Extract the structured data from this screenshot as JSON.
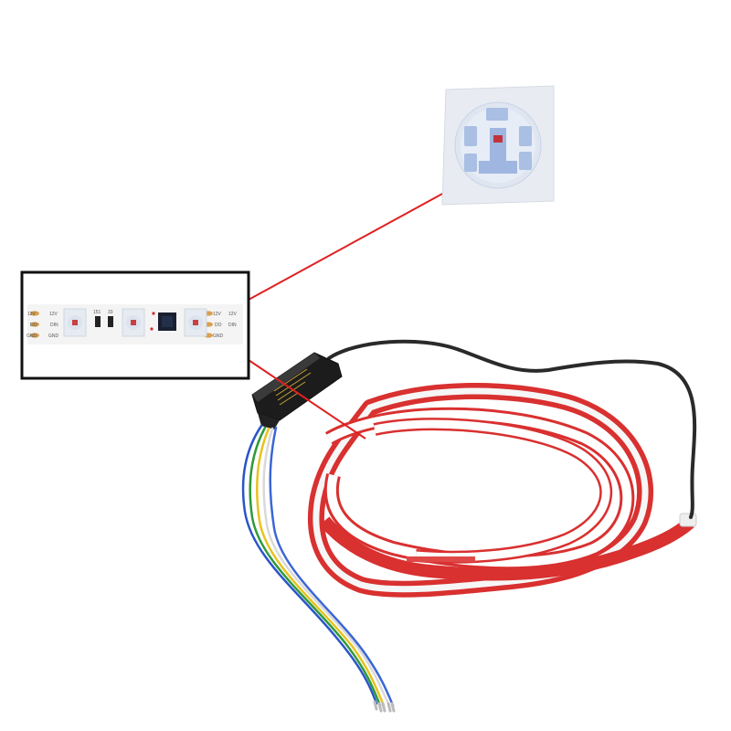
{
  "strip_labels": {
    "left_12v_a": "12V",
    "left_12v_b": "12V",
    "left_do": "DO",
    "left_din": "DIN",
    "left_gnd_a": "GND",
    "left_gnd_b": "GND",
    "chip_r1": "151",
    "chip_r2": "33",
    "right_12v_a": "12V",
    "right_12v_b": "12V",
    "right_do": "DO",
    "right_din": "DIN",
    "right_gnd": "GND"
  },
  "colors": {
    "callout_line": "#e02020",
    "strip_cover": "#d93030",
    "cable": "#2a2a2a",
    "controller": "#1c1c1c",
    "wire_blue": "#2a55c8",
    "wire_green": "#2f9a3a",
    "wire_yellow": "#e8c21f",
    "wire_white": "#eeeeee"
  }
}
